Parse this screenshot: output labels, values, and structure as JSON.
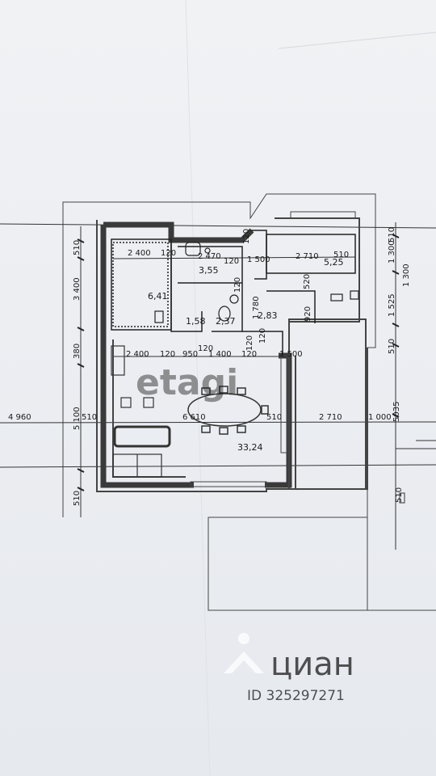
{
  "plan": {
    "room_areas": {
      "living": "33,24",
      "kitchen": "6,41",
      "bath": "3,55",
      "wc": "2,37",
      "hall_small": "1,58",
      "corridor": "2,83",
      "bedroom": "5,25"
    },
    "dims_top": [
      "2 400",
      "120",
      "2 470",
      "120",
      "1 500",
      "2 710",
      "510",
      "1 300"
    ],
    "dims_mid": [
      "2 400",
      "120",
      "950",
      "1 400",
      "120",
      "1 500",
      "120",
      "120",
      "1 780",
      "920",
      "520"
    ],
    "dims_left": [
      "510",
      "3 400",
      "380",
      "5 100",
      "510"
    ],
    "dims_row": [
      "4 960",
      "510",
      "6 610",
      "510",
      "2 710",
      "1 000",
      "5035"
    ],
    "dims_right": [
      "510",
      "1 525",
      "510",
      "1 300",
      "510"
    ],
    "dims_misc": [
      "120",
      "120",
      "120"
    ]
  },
  "watermarks": {
    "etagi": "etagi",
    "cian": "циан",
    "id": "ID 325297271"
  }
}
